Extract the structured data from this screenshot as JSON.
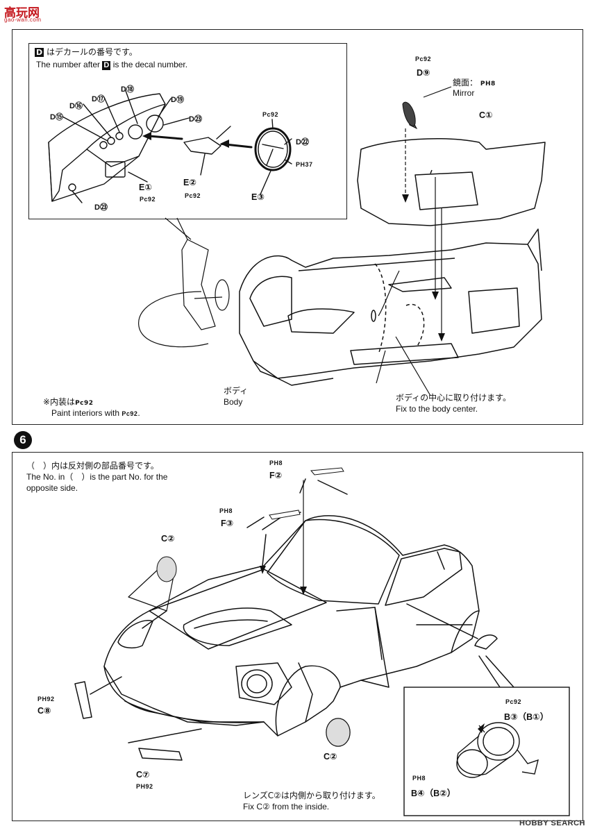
{
  "watermark": {
    "logo_text": "高玩网",
    "logo_sub": "gao-wan.com",
    "hobby_search": "HOBBY SEARCH"
  },
  "step5": {
    "decal_note_jp": "はデカールの番号です。",
    "decal_note_en_prefix": "The number after",
    "decal_note_en_suffix": "is the decal number.",
    "decal_marker": "D",
    "decals": [
      "D⑮",
      "D⑯",
      "D⑰",
      "D⑱",
      "D⑲",
      "D㉓",
      "D㉓",
      "D㉒"
    ],
    "parts": {
      "e1": "E①",
      "e2": "E②",
      "e3": "E③",
      "d9": "D⑨",
      "c1": "C①"
    },
    "paints": {
      "e1": "Pc92",
      "e2": "Pc92",
      "e3_top": "Pc92",
      "e3_side": "PH37",
      "d9": "Pc92",
      "mirror": "PH8"
    },
    "mirror_jp": "鏡面：",
    "mirror_en": "Mirror",
    "body_jp": "ボディ",
    "body_en": "Body",
    "interior_jp": "※内装は",
    "interior_jp_paint": "Pc92",
    "interior_en": "Paint interiors with",
    "interior_en_paint": "Pc92",
    "center_jp": "ボディの中心に取り付けます。",
    "center_en": "Fix to the body center."
  },
  "step6": {
    "step_number": "6",
    "opp_note_jp": "（　）内は反対側の部品番号です。",
    "opp_note_en1": "The No. in（　）is the part No. for the",
    "opp_note_en2": "opposite side.",
    "parts": {
      "f2": "F②",
      "f3": "F③",
      "c2_top": "C②",
      "c8": "C⑧",
      "c7": "C⑦",
      "c2_bottom": "C②",
      "b3": "B③（B①）",
      "b4": "B④（B②）"
    },
    "paints": {
      "f2": "PH8",
      "f3": "PH8",
      "c8": "PH92",
      "c7": "PH92",
      "b3": "Pc92",
      "b4": "PH8"
    },
    "lens_jp": "レンズC②は内側から取り付けます。",
    "lens_en": "Fix C② from the inside."
  }
}
